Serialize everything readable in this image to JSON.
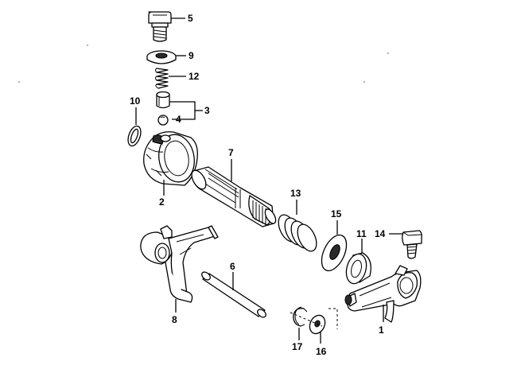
{
  "diagram": {
    "callouts": {
      "c1": "1",
      "c2": "2",
      "c3": "3",
      "c4": "4",
      "c5": "5",
      "c6": "6",
      "c7": "7",
      "c8": "8",
      "c9": "9",
      "c10": "10",
      "c11": "11",
      "c12": "12",
      "c13": "13",
      "c14": "14",
      "c15": "15",
      "c16": "16",
      "c17": "17"
    },
    "colors": {
      "line": "#000000",
      "background": "#ffffff",
      "shade": "#2a2a2a"
    }
  }
}
